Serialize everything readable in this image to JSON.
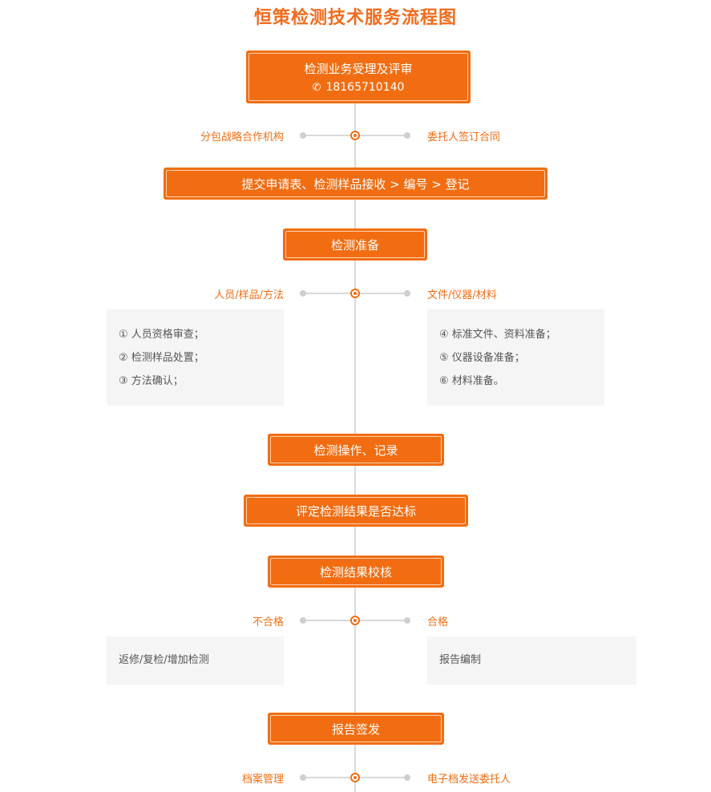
{
  "title": "恒策检测技术服务流程图",
  "colors": {
    "accent": "#f26d11",
    "line": "#d9d9d9",
    "panel": "#f5f5f5"
  },
  "steps": {
    "s1": {
      "label": "检测业务受理及评审",
      "phone_icon": "phone-icon",
      "phone": "18165710140"
    },
    "s2": {
      "label": "提交申请表、检测样品接收 > 编号 > 登记"
    },
    "s3": {
      "label": "检测准备"
    },
    "s4": {
      "label": "检测操作、记录"
    },
    "s5": {
      "label": "评定检测结果是否达标"
    },
    "s6": {
      "label": "检测结果校核"
    },
    "s7": {
      "label": "报告签发"
    }
  },
  "branches": {
    "b1": {
      "left": "分包战略合作机构",
      "right": "委托人签订合同"
    },
    "b2": {
      "left": "人员/样品/方法",
      "right": "文件/仪器/材料"
    },
    "b3": {
      "left": "不合格",
      "right": "合格"
    },
    "b4": {
      "left": "档案管理",
      "right": "电子档发送委托人"
    }
  },
  "panels": {
    "prep_left": [
      "① 人员资格审查；",
      "② 检测样品处置；",
      "③ 方法确认；"
    ],
    "prep_right": [
      "④ 标准文件、资料准备；",
      "⑤ 仪器设备准备；",
      "⑥ 材料准备。"
    ],
    "fail": [
      "返修/复检/增加检测"
    ],
    "pass": [
      "报告编制"
    ]
  }
}
